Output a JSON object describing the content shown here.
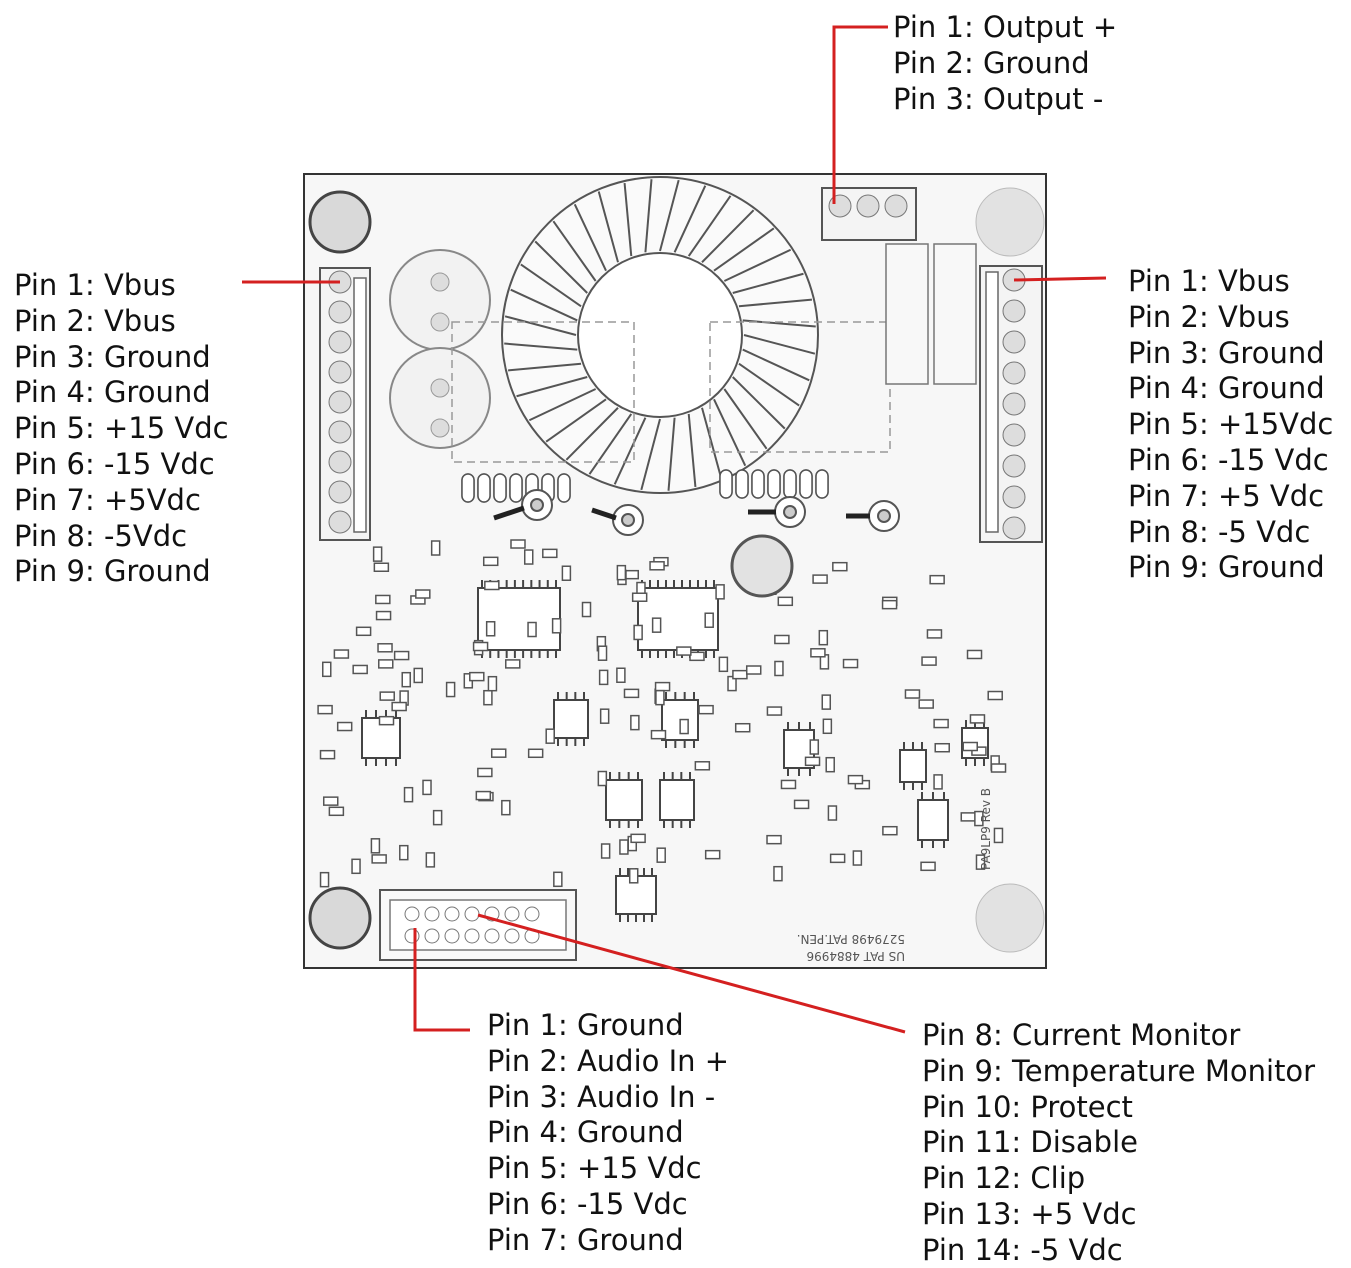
{
  "leader_color": "#d42020",
  "board": {
    "patent_text_1": "5279498 PAT.PEN.",
    "patent_text_2": "US PAT 4884996",
    "part_text": "PA9LP9 Rev B"
  },
  "output_connector": {
    "pins": [
      "Pin 1: Output +",
      "Pin 2: Ground",
      "Pin 3: Output -"
    ]
  },
  "left_connector": {
    "pins": [
      "Pin 1: Vbus",
      "Pin 2: Vbus",
      "Pin 3: Ground",
      "Pin 4: Ground",
      "Pin 5: +15 Vdc",
      "Pin 6: -15 Vdc",
      "Pin 7: +5Vdc",
      "Pin 8: -5Vdc",
      "Pin 9: Ground"
    ]
  },
  "right_connector": {
    "pins": [
      "Pin 1: Vbus",
      "Pin 2: Vbus",
      "Pin 3: Ground",
      "Pin 4: Ground",
      "Pin 5: +15Vdc",
      "Pin 6: -15 Vdc",
      "Pin 7: +5 Vdc",
      "Pin 8: -5 Vdc",
      "Pin 9: Ground"
    ]
  },
  "signal_connector": {
    "pins_a": [
      "Pin 1: Ground",
      "Pin 2: Audio In +",
      "Pin 3: Audio In -",
      "Pin 4: Ground",
      "Pin 5: +15 Vdc",
      "Pin 6: -15 Vdc",
      "Pin 7: Ground"
    ],
    "pins_b": [
      "Pin 8: Current Monitor",
      "Pin 9: Temperature Monitor",
      "Pin 10: Protect",
      "Pin 11: Disable",
      "Pin 12: Clip",
      "Pin 13: +5 Vdc",
      "Pin 14: -5 Vdc"
    ]
  }
}
